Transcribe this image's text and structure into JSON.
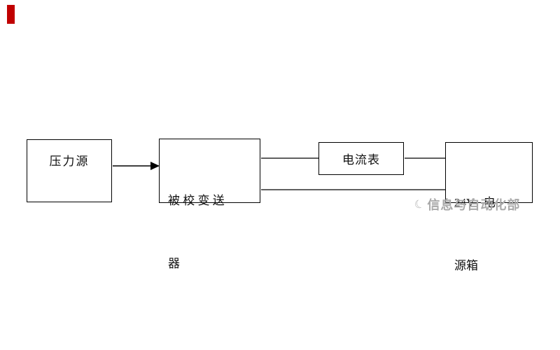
{
  "page": {
    "background": "#ffffff",
    "red_marker_color": "#c00000",
    "line_color": "#000000"
  },
  "diagram": {
    "type": "block-diagram",
    "description_visible_blocks": 4,
    "blocks": [
      {
        "id": "pressure-source",
        "label": "压力源"
      },
      {
        "id": "transmitter-under-calibration",
        "label_line1": "被 校 变 送",
        "label_line2": "器"
      },
      {
        "id": "ammeter",
        "label": "电流表"
      },
      {
        "id": "24v-power-box",
        "label_line1": "24V   电",
        "label_line2": "源箱"
      }
    ],
    "connections": [
      {
        "from": "pressure-source",
        "to": "transmitter-under-calibration",
        "style": "arrow"
      },
      {
        "from": "transmitter-under-calibration",
        "to": "ammeter",
        "style": "line"
      },
      {
        "from": "ammeter",
        "to": "24v-power-box",
        "style": "line"
      },
      {
        "from": "transmitter-under-calibration",
        "to": "24v-power-box",
        "style": "line-bottom"
      }
    ]
  },
  "watermark": {
    "logo_glyph": "☾",
    "text": "信息与自动化部",
    "color": "#a9a9a9"
  }
}
